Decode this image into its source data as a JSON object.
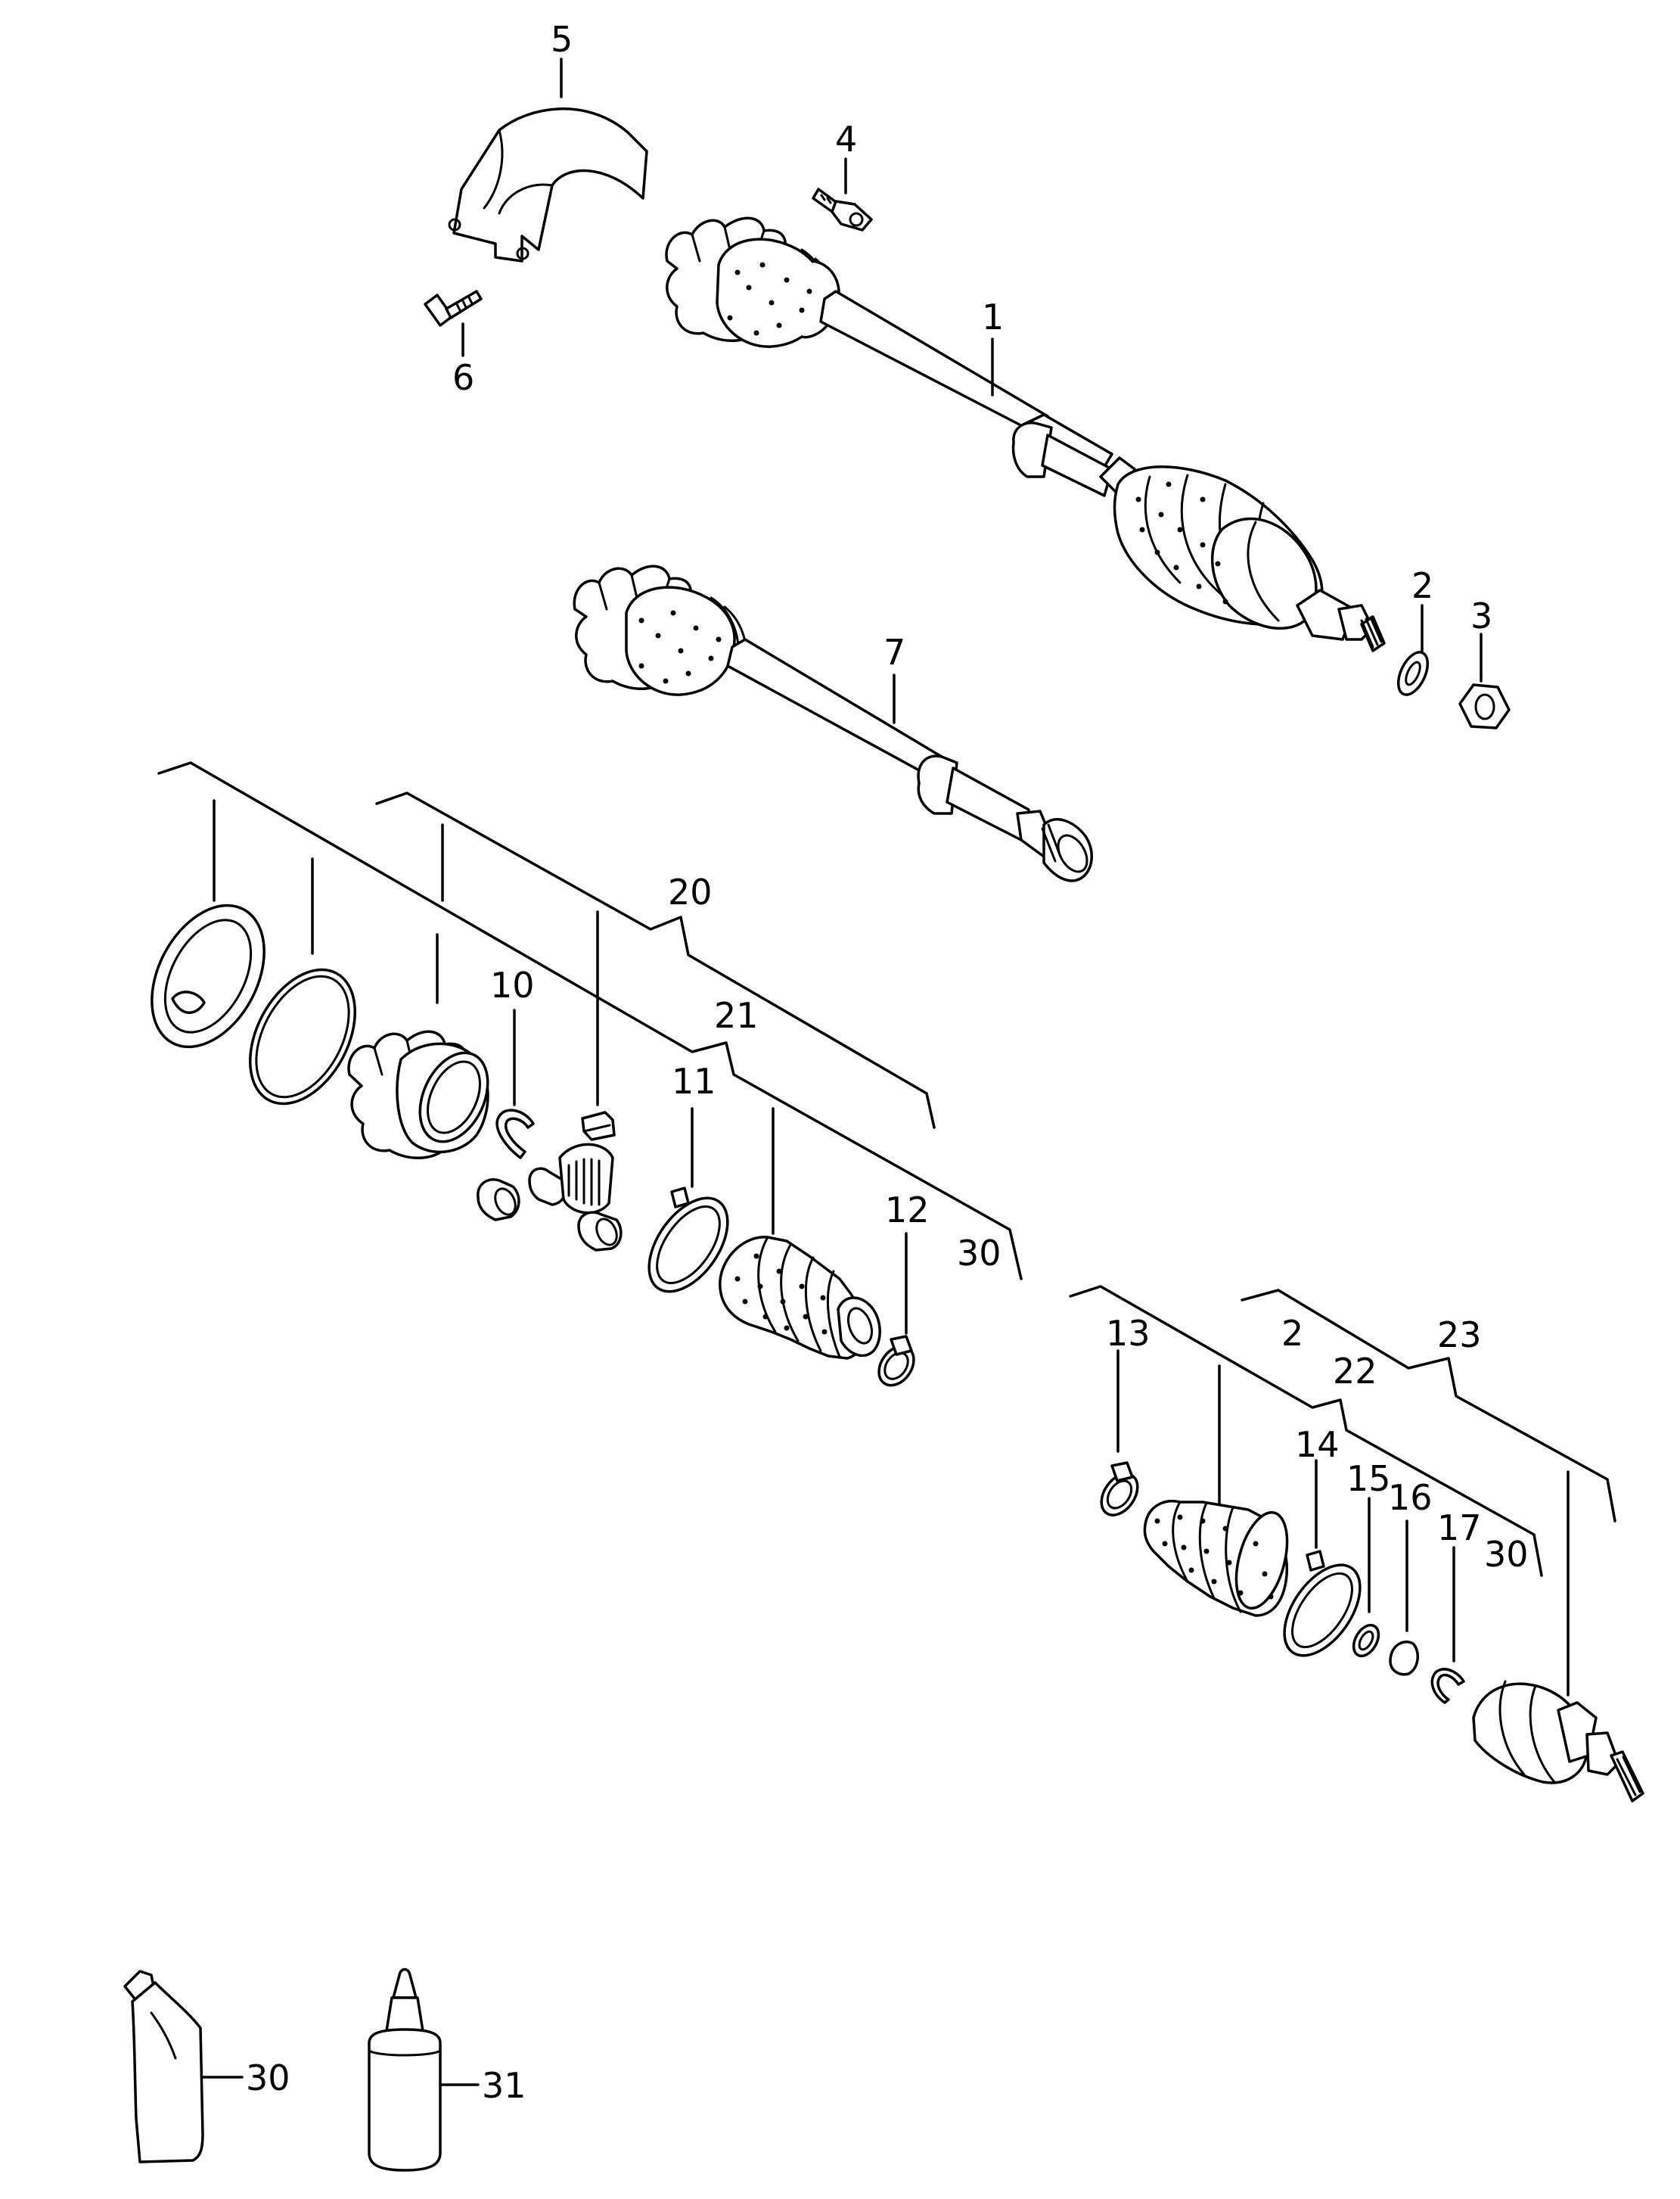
{
  "labels": {
    "l1": "1",
    "l2a": "2",
    "l2b": "2",
    "l3": "3",
    "l4": "4",
    "l5": "5",
    "l6": "6",
    "l7": "7",
    "l10": "10",
    "l11": "11",
    "l12": "12",
    "l13": "13",
    "l14": "14",
    "l15": "15",
    "l16": "16",
    "l17": "17",
    "l20": "20",
    "l21": "21",
    "l22": "22",
    "l23": "23",
    "l30a": "30",
    "l30b": "30",
    "l30c": "30",
    "l31": "31"
  },
  "icons": [
    "heat-shield-icon",
    "bolt-icon",
    "drive-shaft-icon",
    "washer-icon",
    "nut-icon",
    "flange-joint-icon",
    "circlip-icon",
    "bearing-cage-icon",
    "clamp-ring-icon",
    "cv-boot-icon",
    "outer-cv-joint-icon",
    "grease-tube-icon",
    "bottle-icon"
  ]
}
